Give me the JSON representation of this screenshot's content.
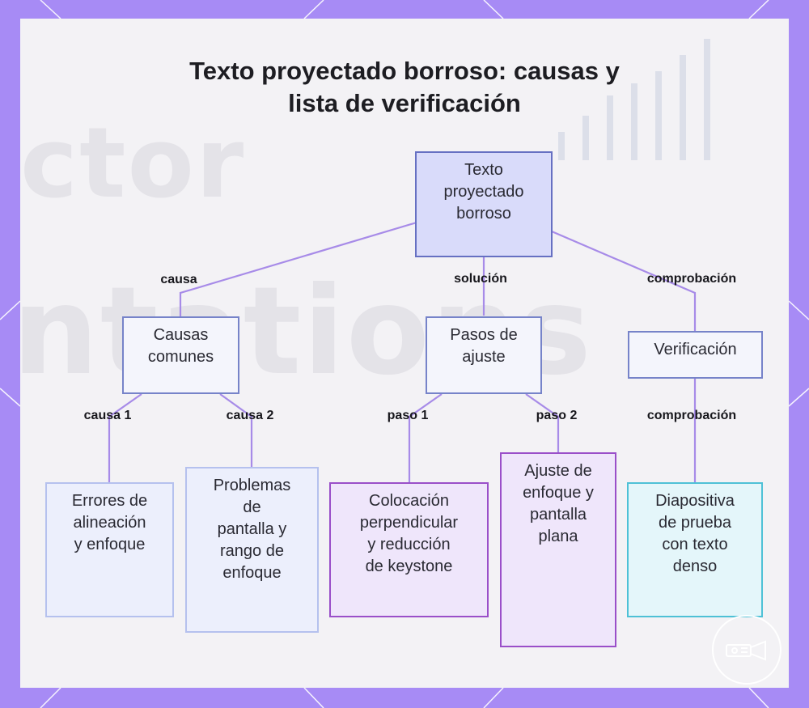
{
  "title_line1": "Texto proyectado borroso: causas y",
  "title_line2": "lista de verificación",
  "colors": {
    "frame": "#a78bf5",
    "edge": "#a78be8",
    "node_border_blue": "#7683c9",
    "node_border_purple": "#9a4fc9",
    "node_border_cyan": "#4ec1d6"
  },
  "nodes": {
    "root": "Texto\nproyectado\nborroso",
    "causes": "Causas\ncomunes",
    "steps": "Pasos de\najuste",
    "check": "Verificación",
    "cause1": "Errores de\nalineación\ny enfoque",
    "cause2": "Problemas\nde\npantalla y\nrango de\nenfoque",
    "step1": "Colocación\nperpendicular\ny reducción\nde keystone",
    "step2": "Ajuste de\nenfoque y\npantalla\nplana",
    "check1": "Diapositiva\nde prueba\ncon texto\ndenso"
  },
  "edge_labels": {
    "root_causes": "causa",
    "root_steps": "solución",
    "root_check": "comprobación",
    "causes_c1": "causa 1",
    "causes_c2": "causa 2",
    "steps_s1": "paso 1",
    "steps_s2": "paso 2",
    "check_c1": "comprobación"
  },
  "logo_icon": "projector-icon"
}
